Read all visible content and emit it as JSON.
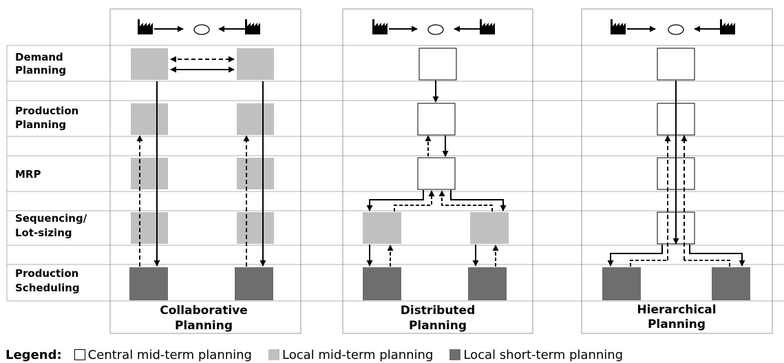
{
  "rows": [
    {
      "line1": "Demand",
      "line2": "Planning"
    },
    {
      "line1": "Production",
      "line2": "Planning"
    },
    {
      "line1": "MRP",
      "line2": ""
    },
    {
      "line1": "Sequencing/",
      "line2": "Lot-sizing"
    },
    {
      "line1": "Production",
      "line2": "Scheduling"
    }
  ],
  "panels": [
    {
      "title_line1": "Collaborative",
      "title_line2": "Planning"
    },
    {
      "title_line1": "Distributed",
      "title_line2": "Planning"
    },
    {
      "title_line1": "Hierarchical",
      "title_line2": "Planning"
    }
  ],
  "legend": {
    "title": "Legend:",
    "central": "Central mid-term planning",
    "local_mid": "Local mid-term planning",
    "local_short": "Local short-term planning"
  },
  "colors": {
    "central_fill": "#ffffff",
    "local_mid_fill": "#c0c0c0",
    "local_short_fill": "#6e6e6e",
    "grid_line": "#b0b0b0"
  },
  "icons": {
    "supply_chain_header": "factory-icon, arrow-right-icon, ellipse-market-icon, arrow-left-icon, factory-icon"
  }
}
